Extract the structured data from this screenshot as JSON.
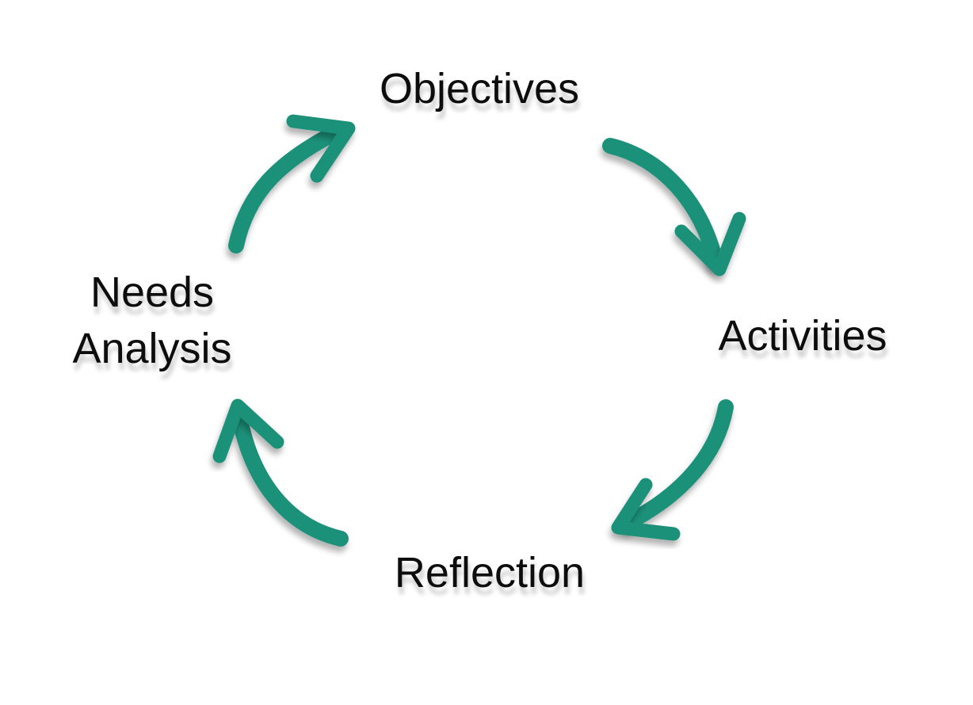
{
  "diagram": {
    "type": "cycle",
    "stages": [
      {
        "id": "objectives",
        "label": "Objectives"
      },
      {
        "id": "activities",
        "label": "Activities"
      },
      {
        "id": "reflection",
        "label": "Reflection"
      },
      {
        "id": "needs-analysis",
        "label_lines": [
          "Needs",
          "Analysis"
        ]
      }
    ],
    "flow": [
      {
        "from": "needs-analysis",
        "to": "objectives"
      },
      {
        "from": "objectives",
        "to": "activities"
      },
      {
        "from": "activities",
        "to": "reflection"
      },
      {
        "from": "reflection",
        "to": "needs-analysis"
      }
    ],
    "colors": {
      "arrow": "#1f917a",
      "text": "#111111",
      "background": "#ffffff"
    }
  }
}
